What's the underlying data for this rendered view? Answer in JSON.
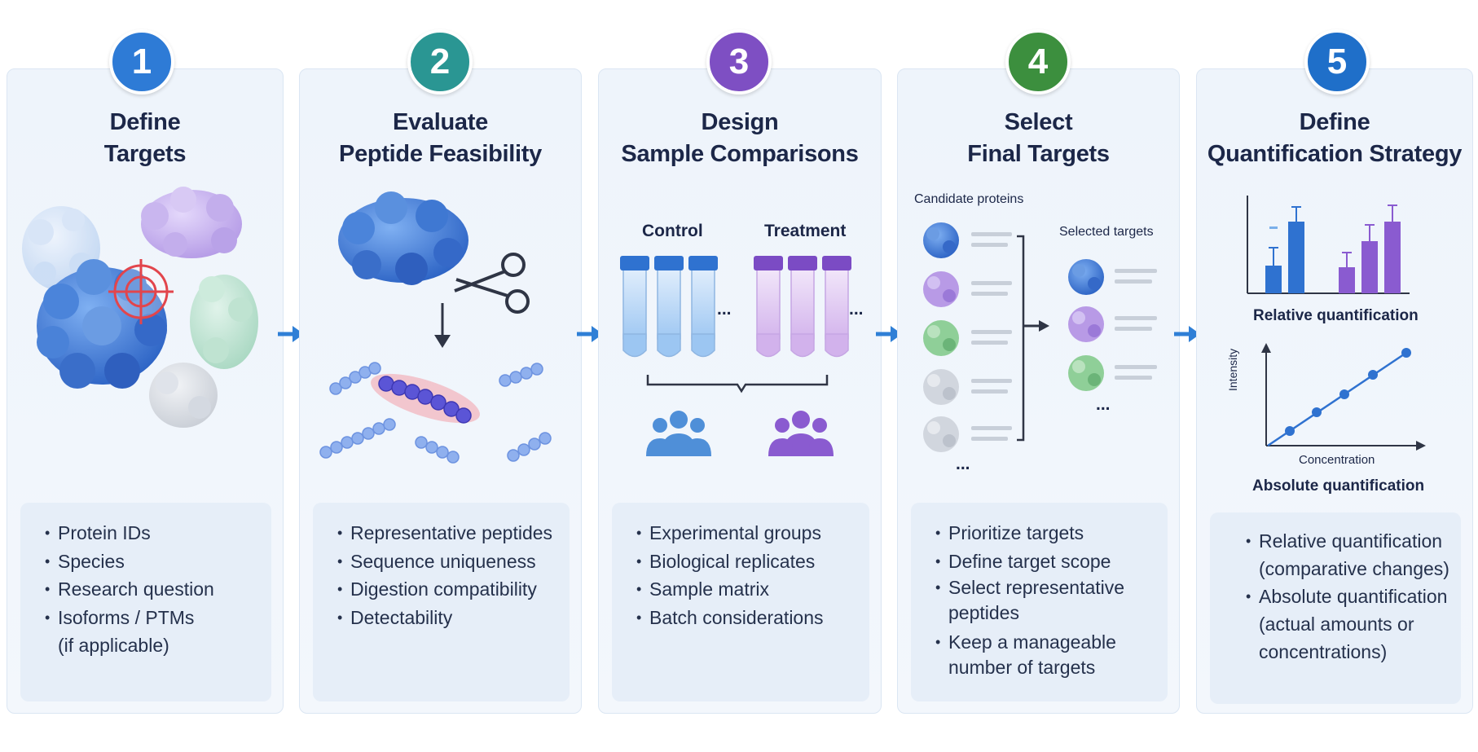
{
  "steps": [
    {
      "number": "1",
      "title_lines": [
        "Define",
        "Targets"
      ],
      "color": "#2e7bd6",
      "bullets": [
        "Protein IDs",
        "Species",
        "Research question",
        "Isoforms / PTMs\n(if applicable)"
      ]
    },
    {
      "number": "2",
      "title_lines": [
        "Evaluate",
        "Peptide Feasibility"
      ],
      "color": "#2a9693",
      "bullets": [
        "Representative peptides",
        "Sequence uniqueness",
        "Digestion compatibility",
        "Detectability"
      ]
    },
    {
      "number": "3",
      "title_lines": [
        "Design",
        "Sample Comparisons"
      ],
      "color": "#7e4fc3",
      "bullets": [
        "Experimental groups",
        "Biological replicates",
        "Sample matrix",
        "Batch considerations"
      ],
      "control_label": "Control",
      "treatment_label": "Treatment",
      "ellipsis": "..."
    },
    {
      "number": "4",
      "title_lines": [
        "Select",
        "Final Targets"
      ],
      "color": "#3c8f3e",
      "bullets": [
        "Prioritize targets",
        "Define target scope",
        "Select representative\npeptides",
        "Keep a manageable\nnumber of targets"
      ],
      "candidate_label": "Candidate proteins",
      "selected_label": "Selected targets",
      "ellipsis": "..."
    },
    {
      "number": "5",
      "title_lines": [
        "Define",
        "Quantification Strategy"
      ],
      "color": "#1f6fc9",
      "bullets": [
        "Relative quantification\n(comparative changes)",
        "Absolute quantification\n(actual amounts or\nconcentrations)"
      ],
      "relative_label": "Relative quantification",
      "absolute_label": "Absolute quantification",
      "y_axis_label": "Intensity",
      "x_axis_label": "Concentration"
    }
  ],
  "colors": {
    "arrow": "#2f7fd6",
    "panel_bg": "#eef4fb",
    "box_bg": "#e6eef8"
  },
  "icons": [
    "target-crosshair-icon",
    "scissors-icon",
    "tube-icon",
    "people-group-icon",
    "right-arrow-icon",
    "bar-chart-icon",
    "line-chart-icon"
  ]
}
